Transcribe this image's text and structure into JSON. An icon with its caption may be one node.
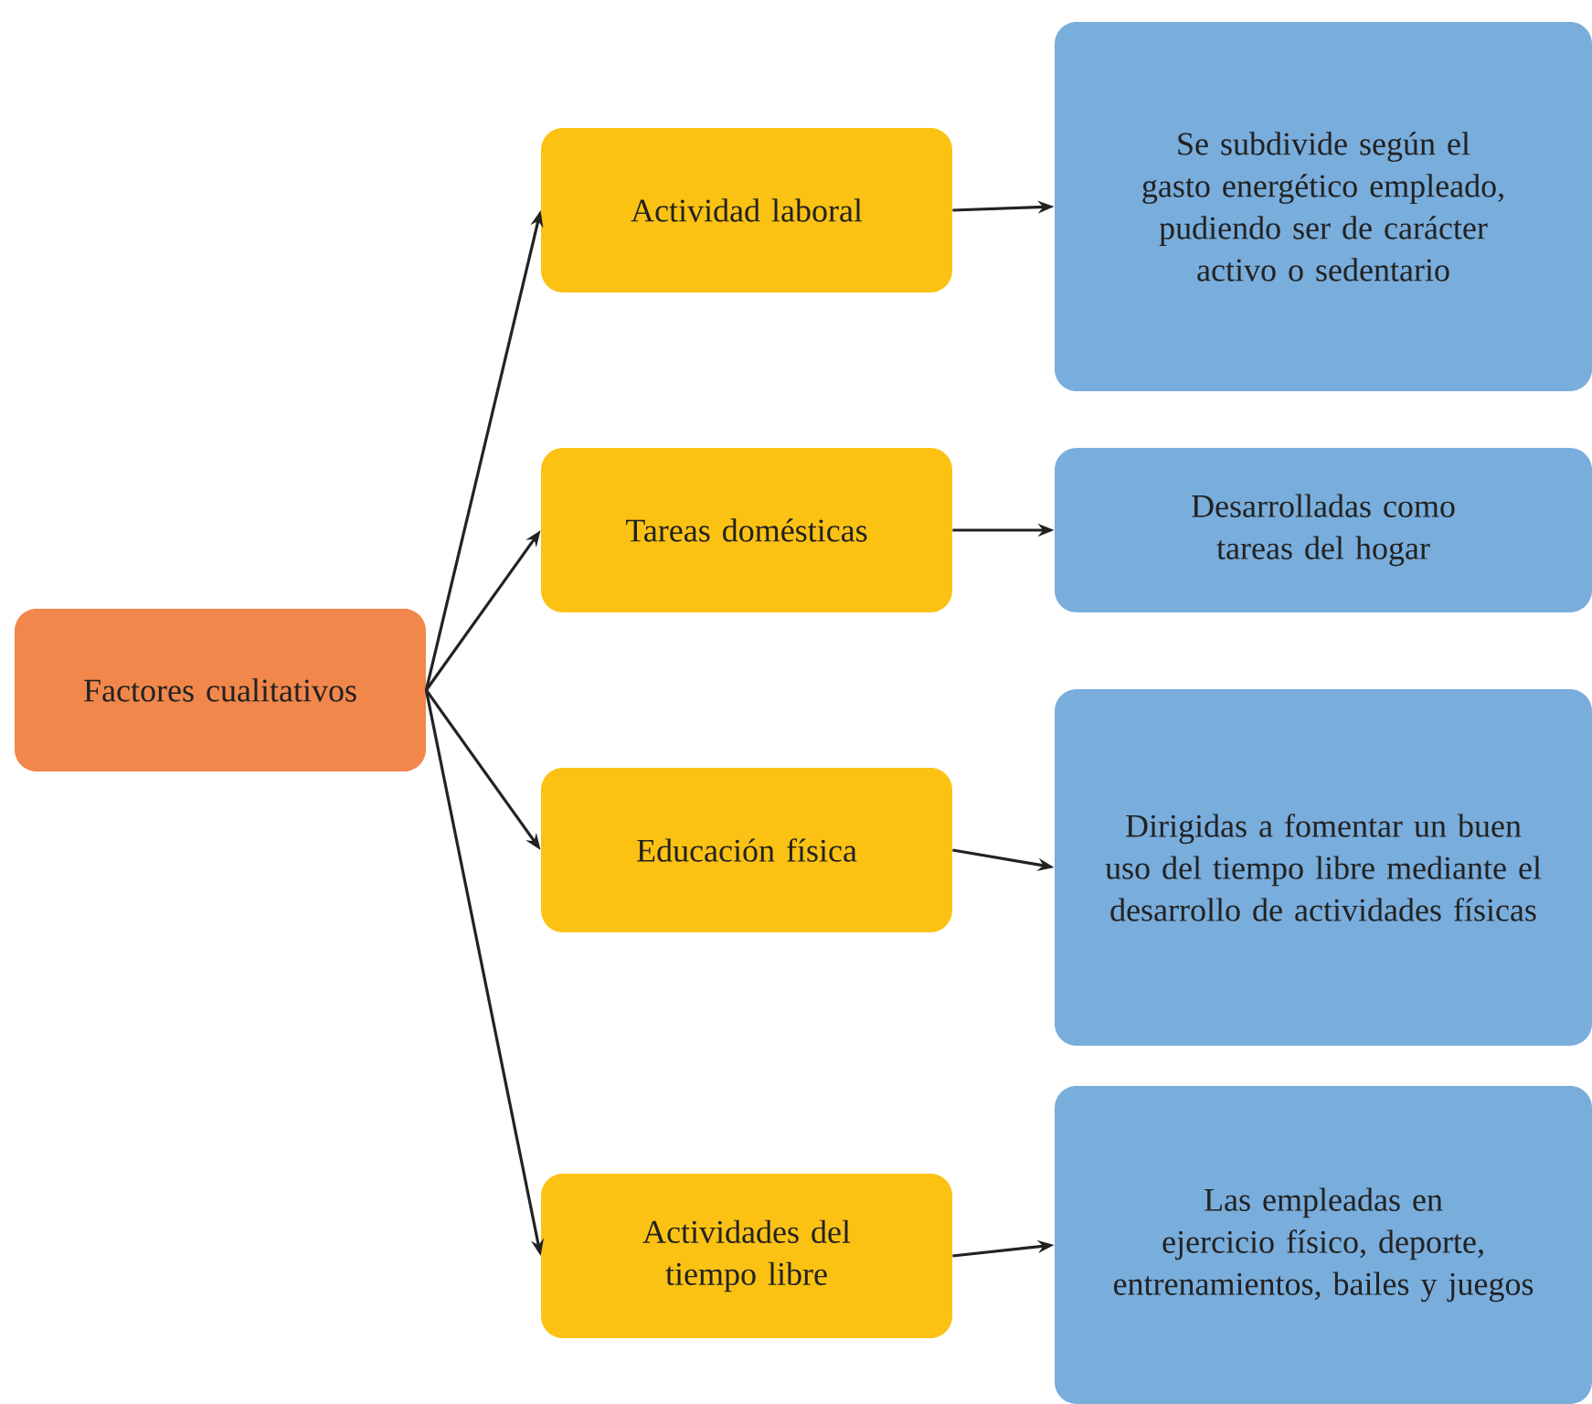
{
  "diagram": {
    "nodes": [
      {
        "text": [
          "Factores cualitativos"
        ]
      },
      {
        "text": [
          "Actividad laboral"
        ]
      },
      {
        "text": [
          "Tareas domésticas"
        ]
      },
      {
        "text": [
          "Educación física"
        ]
      },
      {
        "text": [
          "Actividades del tiempo libre"
        ]
      },
      {
        "text": [
          "Se subdivide según el gasto energético empleado, pudiendo ser de carácter activo o sedentario"
        ]
      },
      {
        "text": [
          "Desarrolladas como tareas del hogar"
        ]
      },
      {
        "text": [
          "Dirigidas a fomentar un buen uso del tiempo libre mediante el desarrollo de actividades físicas"
        ]
      },
      {
        "text": [
          "Las empleadas en ejercicio físico, deporte, entrenamientos, bailes y juegos"
        ]
      }
    ],
    "edges": [
      {
        "from": 0,
        "to": 1,
        "arrow": "to"
      },
      {
        "from": 0,
        "to": 2,
        "arrow": "to"
      },
      {
        "from": 0,
        "to": 3,
        "arrow": "to"
      },
      {
        "from": 0,
        "to": 4,
        "arrow": "to"
      },
      {
        "from": 1,
        "to": 5,
        "arrow": "to"
      },
      {
        "from": 2,
        "to": 6,
        "arrow": "to"
      },
      {
        "from": 3,
        "to": 7,
        "arrow": "to"
      },
      {
        "from": 4,
        "to": 8,
        "arrow": "to"
      }
    ]
  }
}
